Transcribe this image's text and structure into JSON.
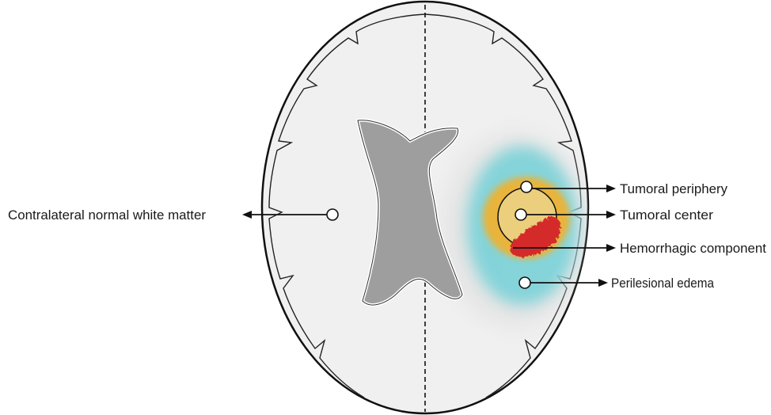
{
  "labels": {
    "contralateral": "Contralateral normal white matter",
    "periphery": "Tumoral periphery",
    "center": "Tumoral center",
    "hemorrhagic": "Hemorrhagic component",
    "edema": "Perilesional edema"
  },
  "colors": {
    "background": "#ffffff",
    "brain_fill": "#f0f0f0",
    "outline": "#111111",
    "ventricle": "#9e9e9e",
    "edema": "#7fd3d9",
    "tumor_rim": "#e8b43a",
    "tumor_core": "#eccf7c",
    "hemorrhage": "#d42a2a"
  },
  "icons": {
    "marker": "open-circle-marker",
    "arrow": "arrowhead"
  }
}
